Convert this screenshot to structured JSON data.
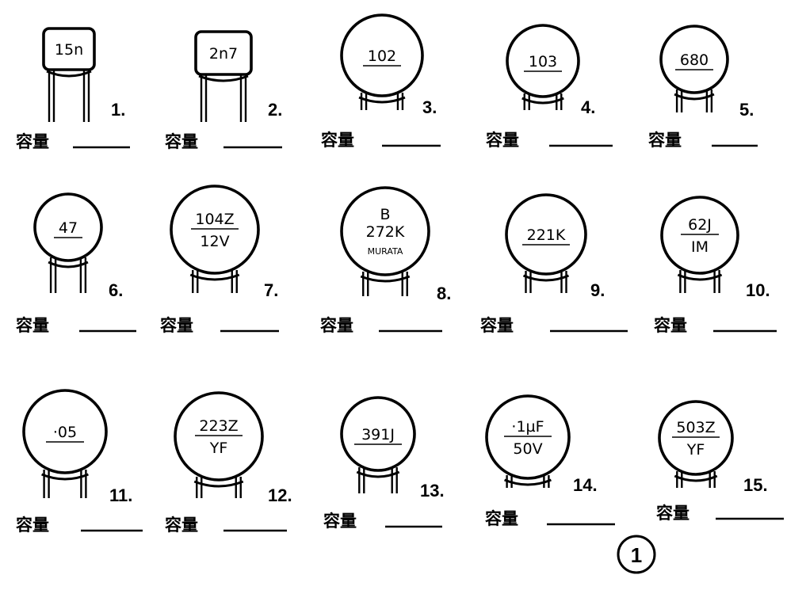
{
  "capacity_label": "容量",
  "items": [
    {
      "number": "1.",
      "shape": "box",
      "lines": [
        "15n"
      ]
    },
    {
      "number": "2.",
      "shape": "box",
      "lines": [
        "2n7"
      ]
    },
    {
      "number": "3.",
      "shape": "disc",
      "lines": [
        "102"
      ]
    },
    {
      "number": "4.",
      "shape": "disc",
      "lines": [
        "103"
      ]
    },
    {
      "number": "5.",
      "shape": "disc",
      "lines": [
        "680"
      ]
    },
    {
      "number": "6.",
      "shape": "disc",
      "lines": [
        "47"
      ]
    },
    {
      "number": "7.",
      "shape": "disc",
      "lines": [
        "104Z",
        "12V"
      ]
    },
    {
      "number": "8.",
      "shape": "disc",
      "lines": [
        "B",
        "272K",
        "MURATA"
      ]
    },
    {
      "number": "9.",
      "shape": "disc",
      "lines": [
        "221K"
      ]
    },
    {
      "number": "10.",
      "shape": "disc",
      "lines": [
        "62J",
        "IM"
      ]
    },
    {
      "number": "11.",
      "shape": "disc",
      "lines": [
        "·05"
      ]
    },
    {
      "number": "12.",
      "shape": "disc",
      "lines": [
        "223Z",
        "YF"
      ]
    },
    {
      "number": "13.",
      "shape": "disc",
      "lines": [
        "391J"
      ]
    },
    {
      "number": "14.",
      "shape": "disc",
      "lines": [
        "·1µF",
        "50V"
      ]
    },
    {
      "number": "15.",
      "shape": "disc",
      "lines": [
        "503Z",
        "YF"
      ]
    }
  ],
  "page_number": "1"
}
